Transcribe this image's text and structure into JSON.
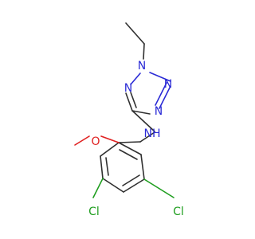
{
  "molecule": {
    "atoms": {
      "n_tetrazole_1": {
        "label": "N",
        "color": "#2b2bd6"
      },
      "n_tetrazole_2": {
        "label": "N",
        "color": "#2b2bd6"
      },
      "n_tetrazole_3": {
        "label": "N",
        "color": "#2b2bd6"
      },
      "n_tetrazole_4": {
        "label": "N",
        "color": "#2b2bd6"
      },
      "amine_nh": {
        "label": "NH",
        "color": "#2b2bd6"
      },
      "methoxy_o": {
        "label": "O",
        "color": "#e02020"
      },
      "chlorine_left": {
        "label": "Cl",
        "color": "#1f9e1f"
      },
      "chlorine_right": {
        "label": "Cl",
        "color": "#1f9e1f"
      }
    }
  }
}
